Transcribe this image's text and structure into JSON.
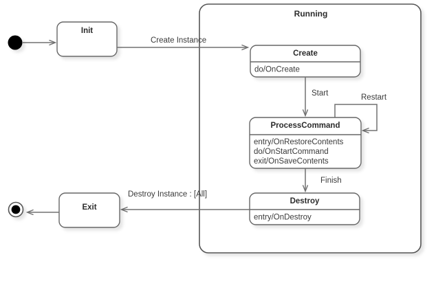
{
  "diagram": {
    "type": "uml-state-machine",
    "background_color": "#ffffff",
    "line_color": "#707070",
    "border_color": "#666666",
    "text_color": "#2b2b2b",
    "composite": {
      "label": "Running"
    },
    "states": [
      {
        "id": "init",
        "label": "Init",
        "compartments": []
      },
      {
        "id": "create",
        "label": "Create",
        "compartments": [
          "do/OnCreate"
        ]
      },
      {
        "id": "process_command",
        "label": "ProcessCommand",
        "compartments": [
          "entry/OnRestoreContents",
          "do/OnStartCommand",
          "exit/OnSaveContents"
        ]
      },
      {
        "id": "destroy",
        "label": "Destroy",
        "compartments": [
          "entry/OnDestroy"
        ]
      },
      {
        "id": "exit",
        "label": "Exit",
        "compartments": []
      }
    ],
    "pseudostates": [
      {
        "id": "start",
        "kind": "initial-node"
      },
      {
        "id": "final",
        "kind": "final-node"
      }
    ],
    "transitions": [
      {
        "id": "t_start_init",
        "label": "",
        "from": "start",
        "to": "init"
      },
      {
        "id": "t_init_create",
        "label": "Create Instance",
        "from": "init",
        "to": "create"
      },
      {
        "id": "t_create_process",
        "label": "Start",
        "from": "create",
        "to": "process_command"
      },
      {
        "id": "t_process_self",
        "label": "Restart",
        "from": "process_command",
        "to": "process_command"
      },
      {
        "id": "t_process_destroy",
        "label": "Finish",
        "from": "process_command",
        "to": "destroy"
      },
      {
        "id": "t_destroy_exit",
        "label": "Destroy Instance :  [All]",
        "from": "destroy",
        "to": "exit"
      },
      {
        "id": "t_exit_final",
        "label": "",
        "from": "exit",
        "to": "final"
      }
    ]
  }
}
